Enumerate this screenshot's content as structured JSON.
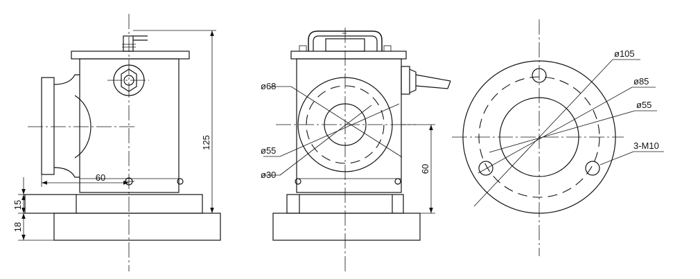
{
  "dimensions": {
    "side_height": "125",
    "side_offset": "60",
    "base_upper": "15",
    "base_lower": "18",
    "front_height": "60",
    "front_d68": "ø68",
    "front_d55": "ø55",
    "front_d30": "ø30",
    "plan_d105": "ø105",
    "plan_d85": "ø85",
    "plan_d55": "ø55",
    "plan_holes": "3-M10"
  }
}
